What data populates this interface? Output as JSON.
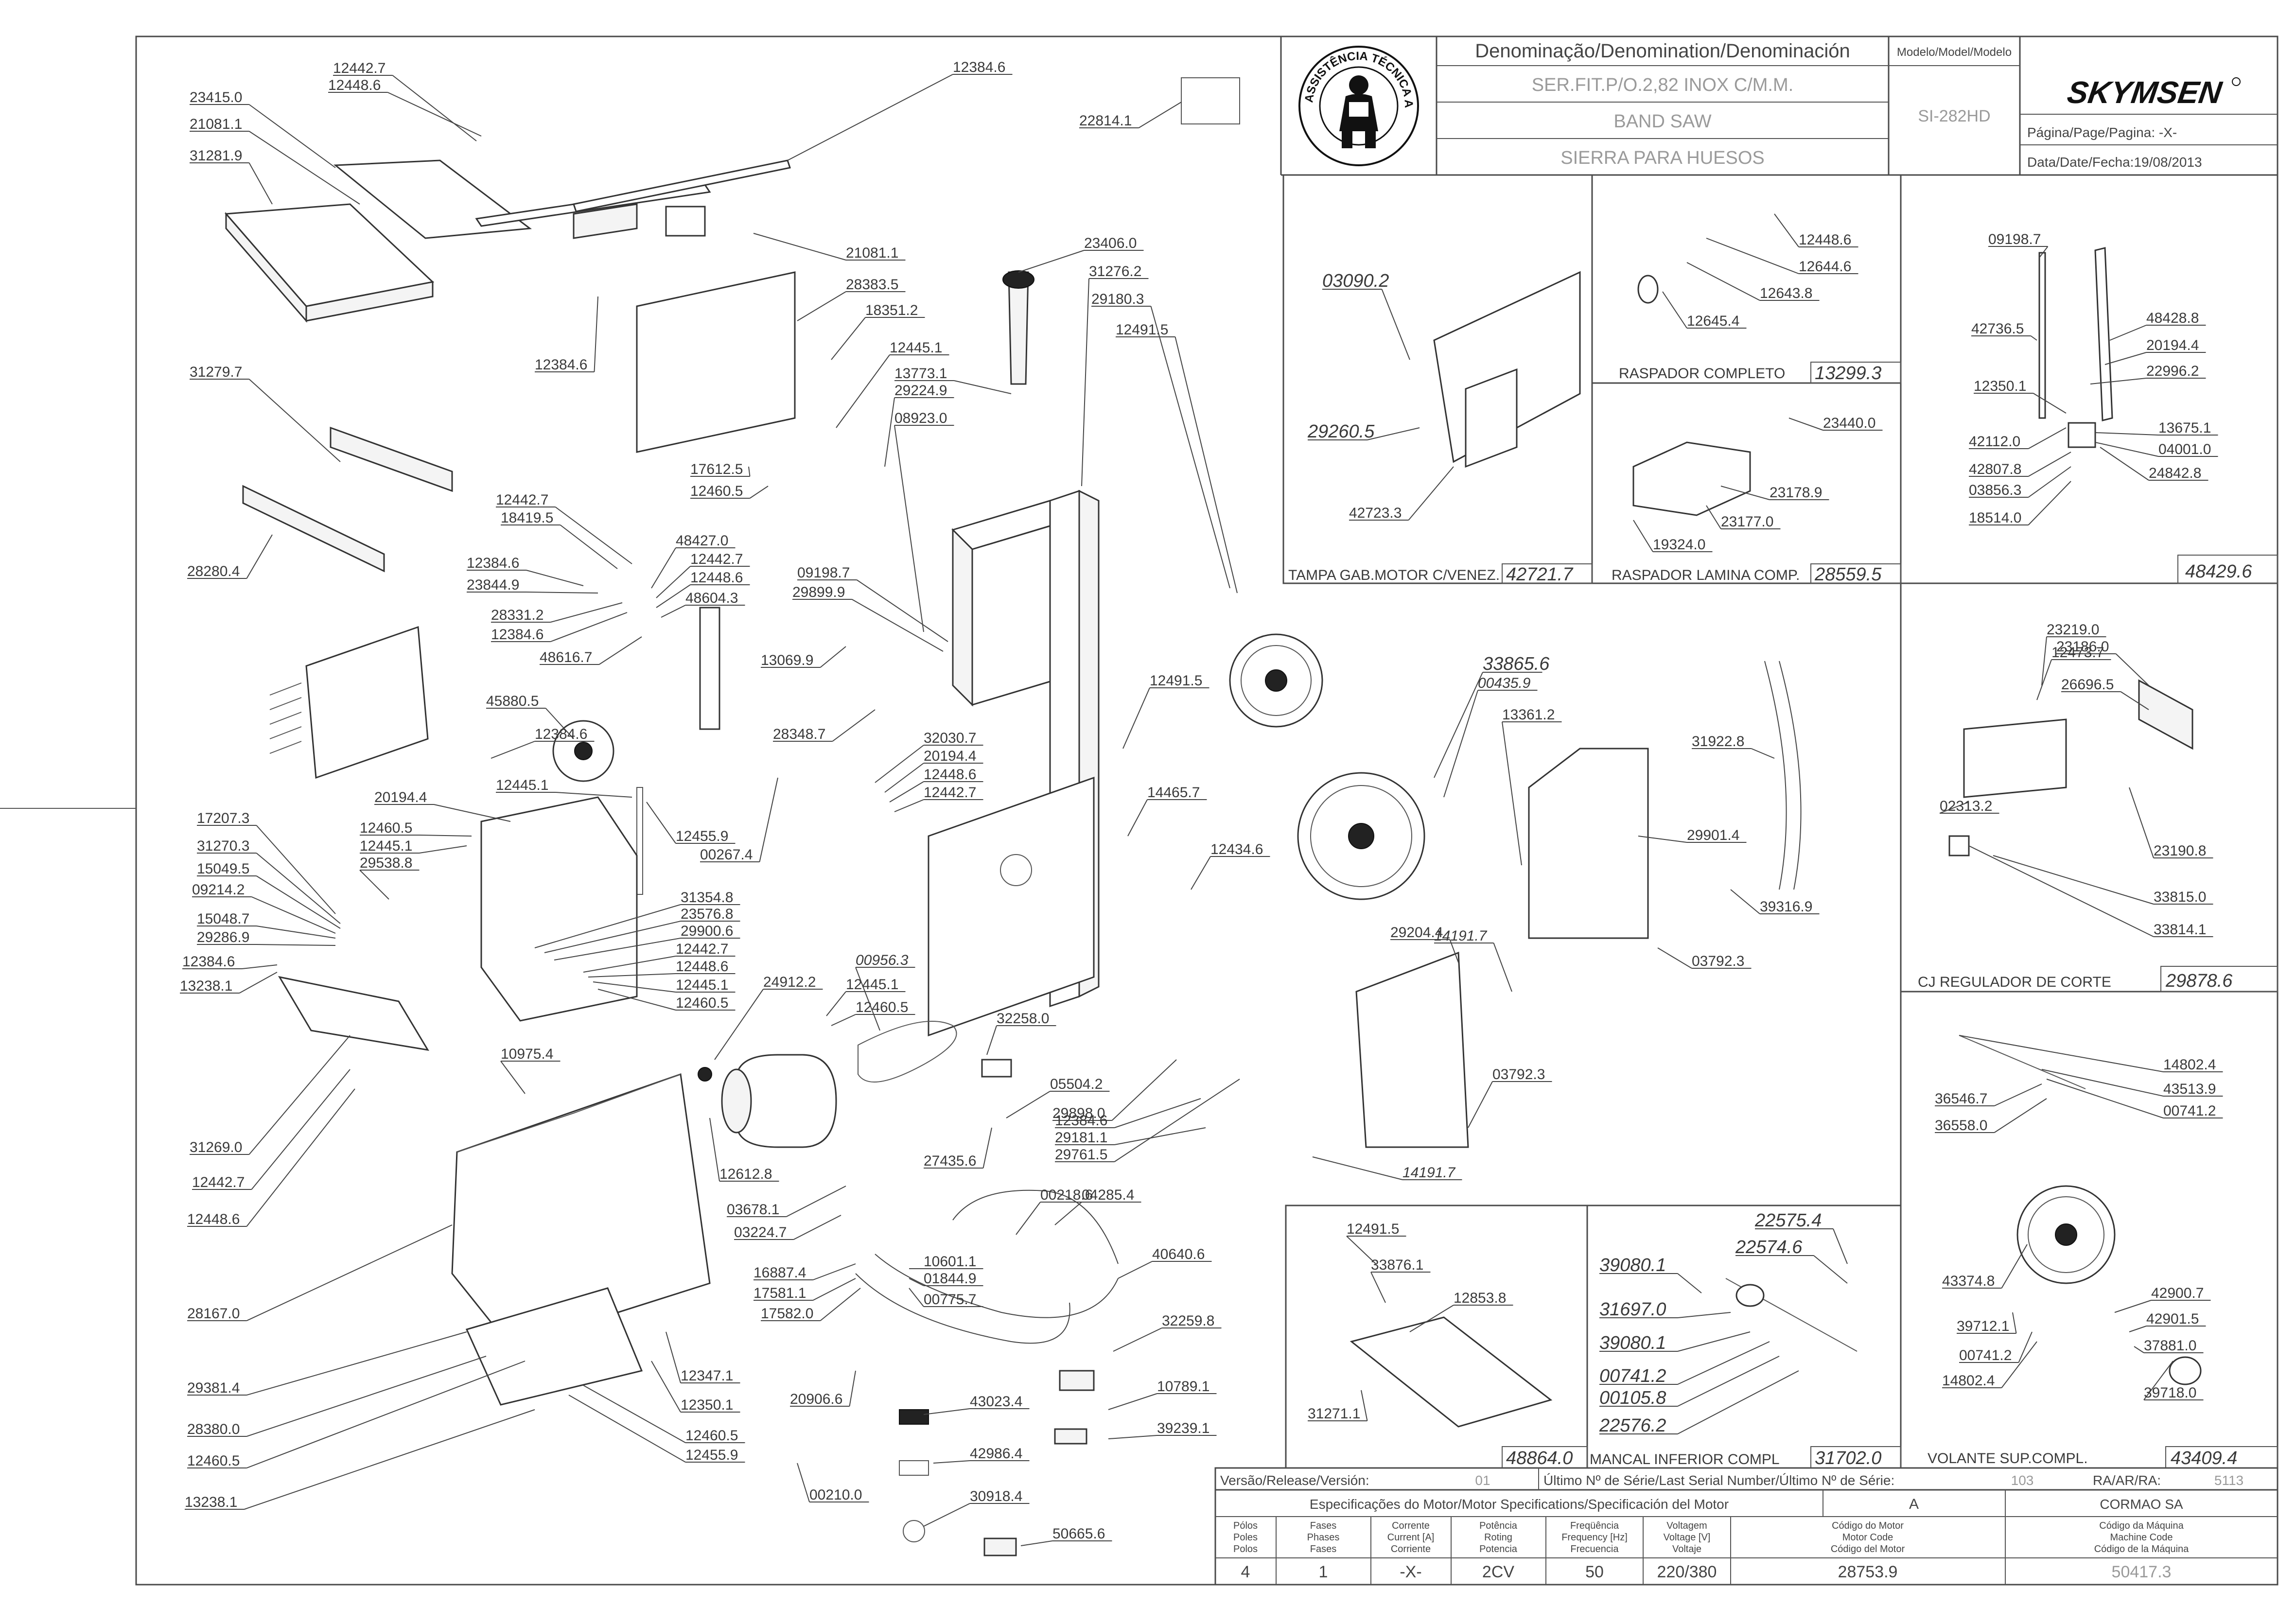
{
  "title_block": {
    "denomination_header": "Denominação/Denomination/Denominación",
    "model_header": "Modelo/Model/Modelo",
    "name_pt": "SER.FIT.P/O.2,82 INOX C/M.M.",
    "name_en": "BAND SAW",
    "name_es": "SIERRA PARA HUESOS",
    "model": "SI-282HD",
    "brand": "SKYMSEN",
    "badge_text": "ASSISTÊNCIA TÉCNICA AUTORIZADA",
    "page_label": "Página/Page/Pagina: -X-",
    "date_label": "Data/Date/Fecha:19/08/2013"
  },
  "release_row": {
    "version_label": "Versão/Release/Versión:",
    "version_value": "01",
    "serial_label": "Último Nº de Série/Last Serial Number/Último Nº de Série:",
    "serial_value": "103",
    "ra_label": "RA/AR/RA:",
    "ra_value": "5113"
  },
  "motor_specs": {
    "title": "Especificações do Motor/Motor Specifications/Specificación del Motor",
    "letter": "A",
    "company": "CORMAO SA",
    "headers": [
      [
        "Pólos",
        "Poles",
        "Polos"
      ],
      [
        "Fases",
        "Phases",
        "Fases"
      ],
      [
        "Corrente",
        "Current [A]",
        "Corriente"
      ],
      [
        "Potência",
        "Roting",
        "Potencia"
      ],
      [
        "Freqüência",
        "Frequency [Hz]",
        "Frecuencia"
      ],
      [
        "Voltagem",
        "Voltage [V]",
        "Voltaje"
      ],
      [
        "Código do Motor",
        "Motor Code",
        "Código del Motor"
      ],
      [
        "Código da Máquina",
        "Machine Code",
        "Código de la Máquina"
      ]
    ],
    "values": [
      "4",
      "1",
      "-X-",
      "2CV",
      "50",
      "220/380",
      "28753.9",
      "50417.3"
    ]
  },
  "subassemblies": [
    {
      "caption": "TAMPA GAB.MOTOR C/VENEZ.",
      "code": "42721.7"
    },
    {
      "caption": "RASPADOR COMPLETO",
      "code": "13299.3"
    },
    {
      "caption": "RASPADOR LAMINA COMP.",
      "code": "28559.5"
    },
    {
      "caption": "",
      "code": "48429.6"
    },
    {
      "caption": "CJ REGULADOR DE CORTE",
      "code": "29878.6"
    },
    {
      "caption": "",
      "code": "48864.0"
    },
    {
      "caption": "MANCAL INFERIOR COMPL",
      "code": "31702.0"
    },
    {
      "caption": "VOLANTE SUP.COMPL.",
      "code": "43409.4"
    }
  ],
  "part_labels": [
    "12442.7",
    "12448.6",
    "12384.6",
    "23415.0",
    "21081.1",
    "31281.9",
    "22814.1",
    "12384.6",
    "21081.1",
    "28383.5",
    "23406.0",
    "31276.2",
    "29180.3",
    "12491.5",
    "18351.2",
    "12445.1",
    "13773.1",
    "29224.9",
    "08923.0",
    "12384.6",
    "31279.7",
    "28280.4",
    "17612.5",
    "12460.5",
    "12442.7",
    "18419.5",
    "12384.6",
    "23844.9",
    "28331.2",
    "12384.6",
    "48427.0",
    "12442.7",
    "12448.6",
    "48604.3",
    "48616.7",
    "09198.7",
    "29899.9",
    "13069.9",
    "28348.7",
    "45880.5",
    "12491.5",
    "12445.1",
    "32030.7",
    "20194.4",
    "12448.6",
    "12442.7",
    "12455.9",
    "00267.4",
    "14465.7",
    "12434.6",
    "20194.4",
    "12460.5",
    "12445.1",
    "29538.8",
    "17207.3",
    "31270.3",
    "15049.5",
    "09214.2",
    "15048.7",
    "29286.9",
    "12384.6",
    "13238.1",
    "31354.8",
    "23576.8",
    "29900.6",
    "12442.7",
    "12448.6",
    "12445.1",
    "12460.5",
    "24912.2",
    "00956.3",
    "12445.1",
    "12460.5",
    "32258.0",
    "10975.4",
    "05504.2",
    "29898.0",
    "31269.0",
    "12612.8",
    "12384.6",
    "29181.1",
    "29761.5",
    "12442.7",
    "27435.6",
    "12448.6",
    "03678.1",
    "00218.6",
    "03224.7",
    "04285.4",
    "16887.4",
    "10601.1",
    "17581.1",
    "01844.9",
    "17582.0",
    "00775.7",
    "40640.6",
    "28167.0",
    "12347.1",
    "32259.8",
    "29381.4",
    "12350.1",
    "20906.6",
    "43023.4",
    "10789.1",
    "28380.0",
    "12460.5",
    "39239.1",
    "12460.5",
    "12455.9",
    "42986.4",
    "00210.0",
    "30918.4",
    "13238.1",
    "50665.6",
    "33865.6",
    "00435.9",
    "13361.2",
    "31922.8",
    "29901.4",
    "39316.9",
    "29204.4",
    "14191.7",
    "03792.3",
    "03792.3",
    "14191.7",
    "03090.2",
    "29260.5",
    "42723.3",
    "12448.6",
    "12644.6",
    "12643.8",
    "12645.4",
    "23440.0",
    "23178.9",
    "23177.0",
    "19324.0",
    "09198.7",
    "48428.8",
    "42736.5",
    "20194.4",
    "22996.2",
    "12350.1",
    "13675.1",
    "42112.0",
    "04001.0",
    "42807.8",
    "24842.8",
    "03856.3",
    "18514.0",
    "23186.0",
    "23219.0",
    "12473.7",
    "26696.5",
    "02313.2",
    "23190.8",
    "33815.0",
    "33814.1",
    "14802.4",
    "43513.9",
    "00741.2",
    "36546.7",
    "36558.0",
    "43374.8",
    "42900.7",
    "39712.1",
    "42901.5",
    "00741.2",
    "37881.0",
    "14802.4",
    "39718.0",
    "12491.5",
    "33876.1",
    "12853.8",
    "31271.1",
    "22575.4",
    "22574.6",
    "39080.1",
    "31697.0",
    "39080.1",
    "00741.2",
    "00105.8",
    "22576.2"
  ]
}
